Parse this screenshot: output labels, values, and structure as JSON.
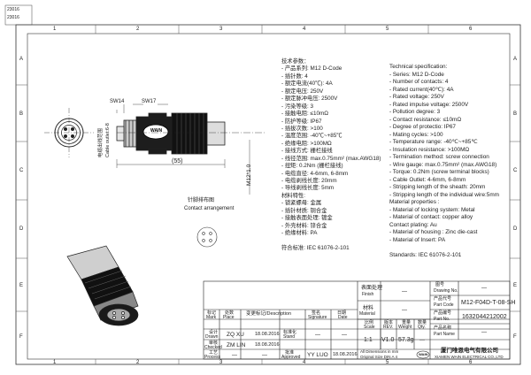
{
  "border": {
    "top_numbers": [
      "1",
      "2",
      "3",
      "4",
      "5",
      "6"
    ],
    "bottom_numbers": [
      "1",
      "2",
      "3",
      "4",
      "5",
      "6"
    ],
    "side_letters": [
      "A",
      "B",
      "C",
      "D",
      "E",
      "F"
    ],
    "corner_stamp": [
      "23016",
      "23016"
    ]
  },
  "drawing": {
    "sw14": "SW14",
    "sw17": "SW17",
    "dim_55": "(55)",
    "dim_m12": "M12*1.0",
    "cable_label_cn": "电缆出线范围",
    "cable_label_en": "Cable outlet:6-8",
    "brand": "WAIN",
    "contact_cn": "针脚排布图",
    "contact_en": "Contact arrangement"
  },
  "spec_cn": [
    "技术参数：",
    "- 产品系列: M12 D-Code",
    "- 插针数: 4",
    "- 额定电流(40℃): 4A",
    "- 额定电压: 250V",
    "- 额定脉冲电压: 2500V",
    "- 污染等级: 3",
    "- 接触电阻: ≤10mΩ",
    "- 防护等级: IP67",
    "- 插拔次数: >100",
    "- 温度范围: -40℃~+85℃",
    "- 绝缘电阻: >100MΩ",
    "- 接线方式: 栅栏接线",
    "- 线径范围: max.0.75mm² (max.AWG18)",
    "- 扭矩: 0.2Nm (栅栏接线)",
    "- 电缆直径: 4-6mm, 6-8mm",
    "- 电缆剥线长度: 20mm",
    "- 导线剥线长度: 5mm",
    "材料特性:",
    "- 锁紧螺母: 金属",
    "- 插针材质: 铜合金",
    "- 接触表面处理: 镀金",
    "- 外壳材料: 锌合金",
    "- 绝缘材料: PA",
    "",
    "符合标准: IEC 61076-2-101"
  ],
  "spec_en": [
    "Technical specification:",
    "- Series: M12 D-Code",
    "- Number of contacts: 4",
    "- Rated current(40℃):  4A",
    "- Rated voltage:            250V",
    "- Rated impulse voltage: 2500V",
    "- Pollution degree: 3",
    "- Contact resistance: ≤10mΩ",
    "- Degree of protectio: IP67",
    "- Mating cycles: >100",
    "- Temperature range: -40℃~+85℃",
    "- Insulation resistance: >100MΩ",
    "- Termination method: screw connection",
    "- Wire gauge: max.0.75mm² (max.AWG18)",
    "- Torque: 0.2Nm (screw terminal blocks)",
    "- Cable Outlet: 4-6mm, 6-8mm",
    "- Stripping length of the sheath: 20mm",
    "- Stripping length of the individual wire:5mm",
    "Material properties :",
    "- Material of locking system: Metal",
    "- Material of contact: copper alloy",
    "   Contact plating: Au",
    "- Material of housing : Zinc die-cast",
    "- Material of Insert: PA",
    "",
    "Standards: IEC 61076-2-101"
  ],
  "title_block": {
    "surface_cn": "表面处理",
    "surface_en": "Finish",
    "surface_val": "—",
    "material_cn": "材料",
    "material_en": "Material",
    "material_val": "—",
    "drawing_no_cn": "图号",
    "drawing_no_en": "Drawing No.",
    "drawing_no_val": "—",
    "part_code_cn": "产品代号",
    "part_code_en": "Part Code",
    "part_code_val": "M12-F04D-T-08-SH",
    "part_no_cn": "产品编号",
    "part_no_en": "Part No.",
    "part_no_val": "1632044212002",
    "part_name_cn": "产品名称",
    "part_name_en": "Part Name",
    "part_name_val": "—",
    "mark_cn": "标记",
    "mark_en": "Mark",
    "place_cn": "处数",
    "place_en": "Place",
    "change_cn": "变更标记/Description",
    "sign_cn": "签名",
    "sign_en": "Signature",
    "date_cn": "日期",
    "date_en": "Date",
    "drawn_cn": "设计",
    "drawn_en": "Drawn",
    "drawn_name": "ZQ  XU",
    "drawn_date": "18.08.2016",
    "checked_cn": "审核",
    "checked_en": "Checked",
    "checked_name": "ZM  LIN",
    "checked_date": "18.08.2016",
    "process_cn": "工艺",
    "process_en": "Process",
    "process_name": "—",
    "process_date": "—",
    "stand_cn": "标准化",
    "stand_en": "Stand",
    "stand_name": "—",
    "stand_date": "—",
    "approved_cn": "批准",
    "approved_en": "Approved",
    "approved_name": "YY  LUO",
    "approved_date": "18.08.2016",
    "scale_cn": "比例",
    "scale_en": "Scale",
    "scale_val": "1:1",
    "rev_cn": "版本",
    "rev_en": "REV.",
    "rev_val": "V1.0",
    "weight_cn": "重量",
    "weight_en": "Weight",
    "weight_val": "57.3g",
    "qty_cn": "数量",
    "qty_en": "Qty.",
    "qty_val": "—",
    "units_line1": "All Dimensions in mm",
    "units_line2": "Original Size DIN A 4",
    "logo_text": "WAIN",
    "company_cn": "厦门唯恩电气有限公司",
    "company_en": "XIAMEN WAIN ELECTRICAL CO.,LTD"
  }
}
